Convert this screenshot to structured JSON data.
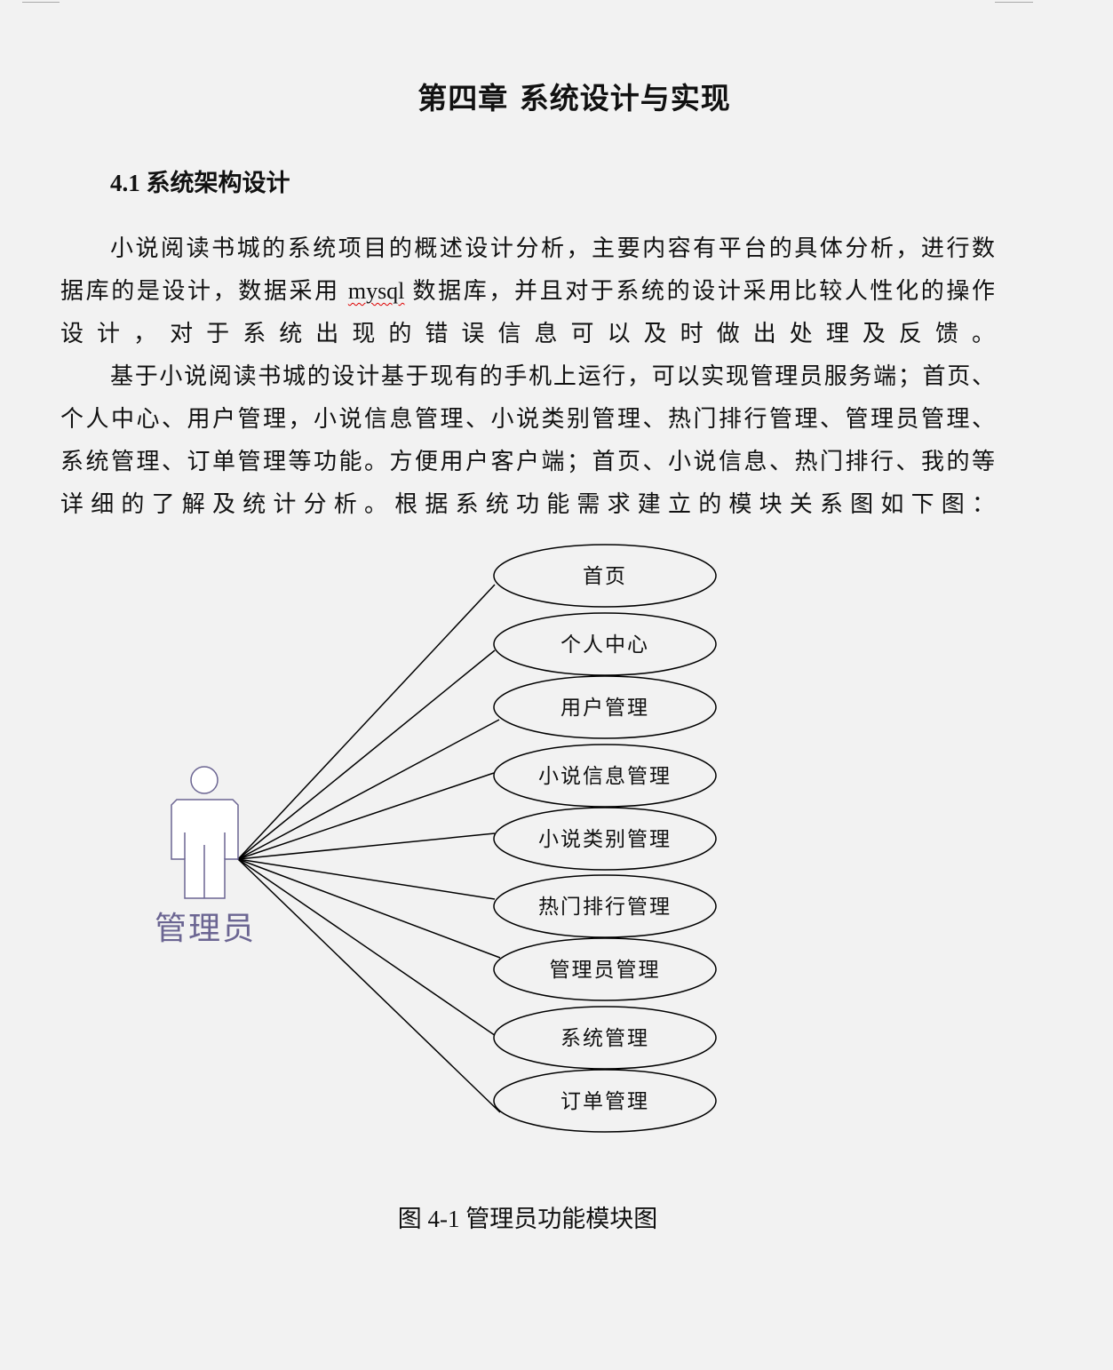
{
  "title": "第四章  系统设计与实现",
  "section_heading": "4.1 系统架构设计",
  "paragraphs": [
    {
      "lines": [
        {
          "indent": true,
          "segments": [
            "小说阅读书城的系统项目的概述设计分析，主要内容有平台的具体分析，进行数"
          ]
        },
        {
          "indent": false,
          "segments": [
            "据库的是设计，数据采用 ",
            "mysql",
            " 数据库，并且对于系统的设计采用比较人性化的操作"
          ]
        },
        {
          "indent": false,
          "segments": [
            "设计，对于系统出现的错误信息可以及时做出处理及反馈。"
          ]
        }
      ]
    },
    {
      "lines": [
        {
          "indent": true,
          "segments": [
            "基于小说阅读书城的设计基于现有的手机上运行，可以实现管理员服务端；首页、"
          ]
        },
        {
          "indent": false,
          "segments": [
            "个人中心、用户管理，小说信息管理、小说类别管理、热门排行管理、管理员管理、"
          ]
        },
        {
          "indent": false,
          "segments": [
            "系统管理、订单管理等功能。方便用户客户端；首页、小说信息、热门排行、我的等"
          ]
        },
        {
          "indent": false,
          "segments": [
            "详细的了解及统计分析。根据系统功能需求建立的模块关系图如下图："
          ]
        }
      ]
    }
  ],
  "diagram": {
    "actor": "管理员",
    "actor_color": "#6b6592",
    "use_cases": [
      "首页",
      "个人中心",
      "用户管理",
      "小说信息管理",
      "小说类别管理",
      "热门排行管理",
      "管理员管理",
      "系统管理",
      "订单管理"
    ]
  },
  "caption": "图 4-1 管理员功能模块图"
}
